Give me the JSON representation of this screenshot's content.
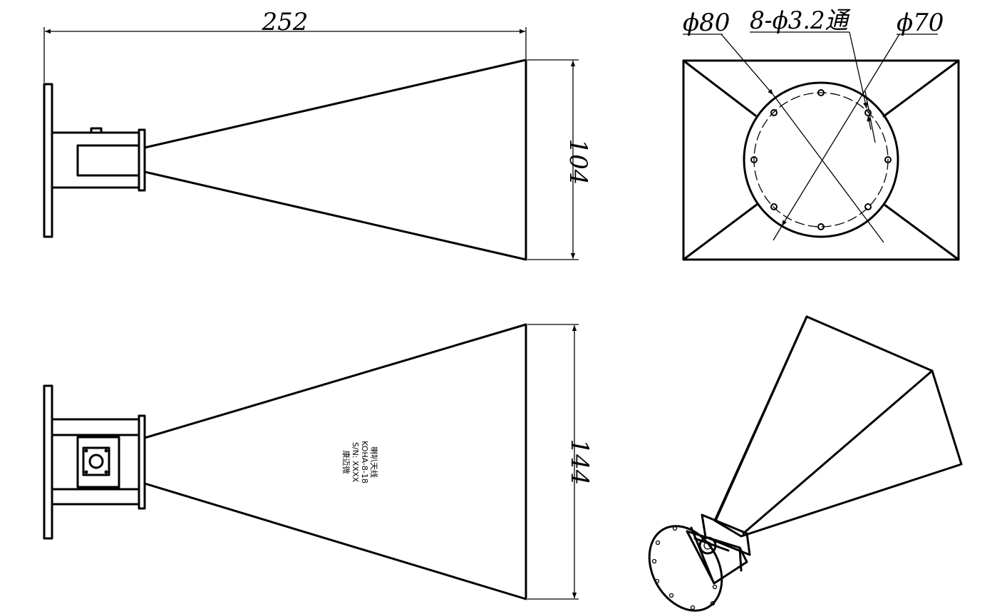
{
  "dimensions": {
    "length": "252",
    "height_side": "104",
    "height_top": "144",
    "outer_diameter": "ϕ80",
    "holes": "8-ϕ3.2通",
    "pitch_diameter": "ϕ70"
  },
  "nameplate": {
    "line1": "喇叭天线",
    "line2": "KOHA-8-18",
    "line3": "S/N: XXXX",
    "line4": "康迈微"
  }
}
